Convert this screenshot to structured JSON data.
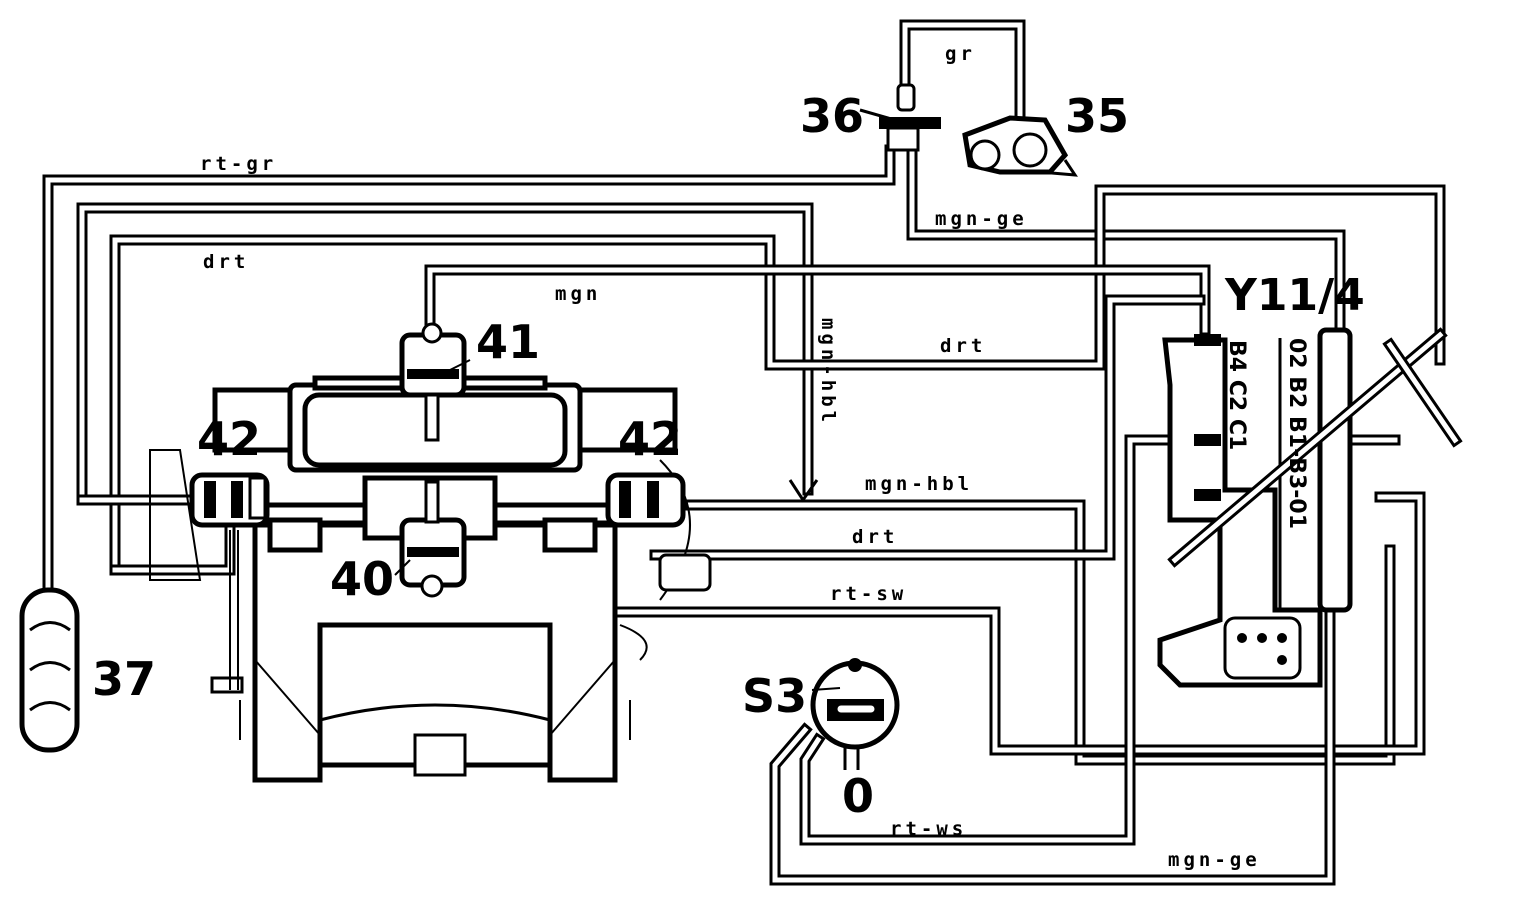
{
  "callouts": {
    "c35": "35",
    "c36": "36",
    "c37": "37",
    "c40": "40",
    "c41": "41",
    "c42_left": "42",
    "c42_right": "42",
    "s3": "S3",
    "zero": "0",
    "y114": "Y11/4"
  },
  "wires": {
    "gr": "gr",
    "rt_gr": "rt-gr",
    "mgn_ge_top": "mgn-ge",
    "drt_left": "drt",
    "mgn": "mgn",
    "mgn_hbl_vertical": "mgn-hbl",
    "drt_mid": "drt",
    "mgn_hbl": "mgn-hbl",
    "drt_low": "drt",
    "rt_sw": "rt-sw",
    "rt_ws": "rt-ws",
    "mgn_ge_bottom": "mgn-ge"
  },
  "connector_pins": {
    "left_column": "B4 C2 C1",
    "right_column": "02 B2 B1-B3-01"
  }
}
